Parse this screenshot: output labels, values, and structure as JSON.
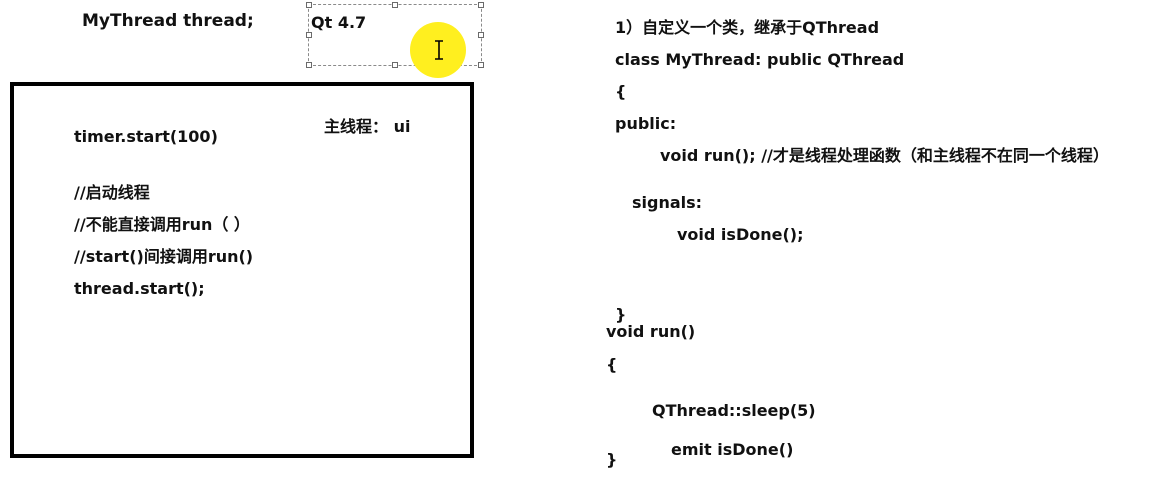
{
  "left": {
    "title": "MyThread thread;",
    "selection_text": "Qt 4.7",
    "main_thread_label": "主线程： ui",
    "lines": [
      "timer.start(100)",
      "//启动线程",
      "//不能直接调用run（ ）",
      "//start()间接调用run()",
      "thread.start();"
    ]
  },
  "right": {
    "lines": [
      "1）自定义一个类，继承于QThread",
      "class MyThread: public QThread",
      "{",
      "public:",
      "void run(); //才是线程处理函数（和主线程不在同一个线程）",
      "signals:",
      "void isDone();",
      "}",
      "void run()",
      "{",
      "QThread::sleep(5)",
      "emit isDone()",
      "}"
    ]
  },
  "colors": {
    "highlight": "#ffef1f",
    "text": "#111111"
  },
  "icons": {
    "cursor": "text-cursor-icon"
  }
}
